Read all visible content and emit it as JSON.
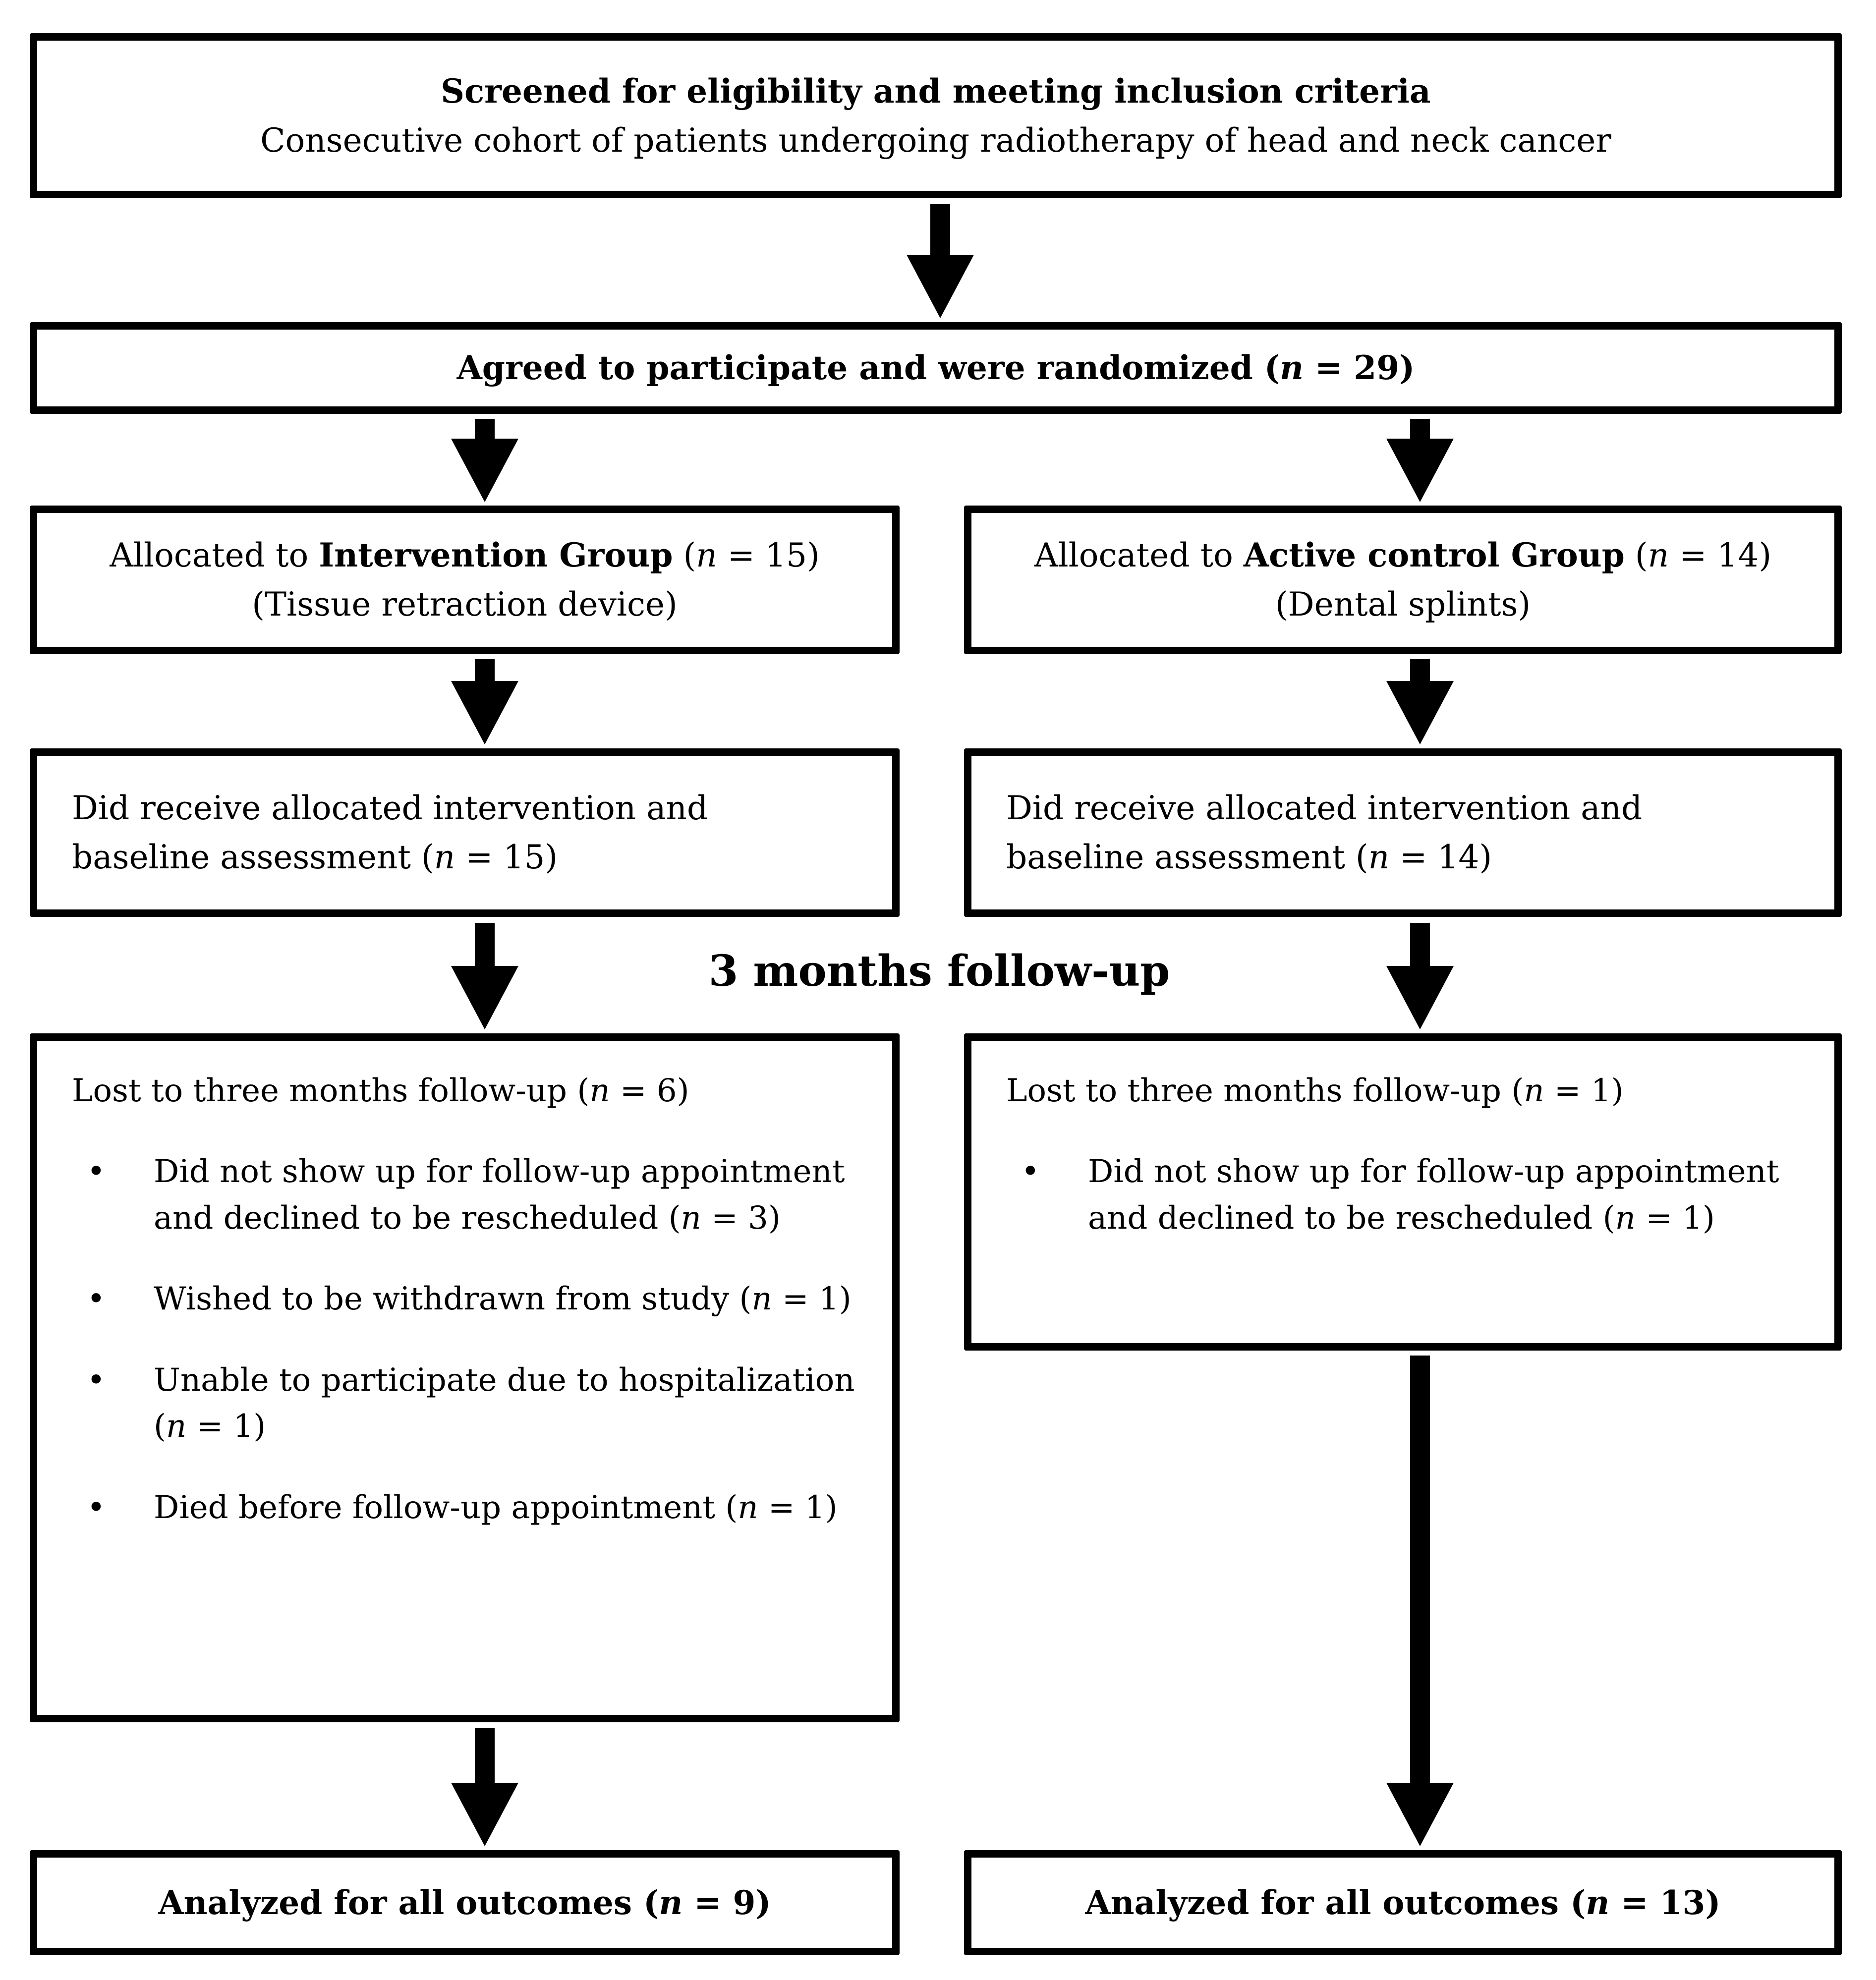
{
  "figure": {
    "bullet_char": "•",
    "screened": {
      "line1": "Screened for eligibility and meeting inclusion criteria",
      "line2": "Consecutive cohort of patients undergoing radiotherapy of head and neck cancer"
    },
    "randomized": {
      "pre": "Agreed to participate and were randomized (",
      "n": "n",
      "post": " = 29)"
    },
    "followup_label": "3 months follow-up",
    "left": {
      "allocated": {
        "pre": "Allocated to ",
        "group": "Intervention Group",
        "paren": " (",
        "n": "n",
        "post": " = 15)",
        "sub": "(Tissue retraction device)"
      },
      "received": {
        "pre": "Did receive allocated intervention and baseline assessment (",
        "n": "n",
        "post": " = 15)"
      },
      "lost": {
        "title": {
          "pre": "Lost to three months follow-up (",
          "n": "n",
          "post": " = 6)"
        },
        "bullets": [
          {
            "pre": "Did not show up for follow-up appointment and declined to be rescheduled (",
            "n": "n",
            "post": " = 3)"
          },
          {
            "pre": "Wished to be withdrawn from study (",
            "n": "n",
            "post": " = 1)"
          },
          {
            "pre": "Unable to participate due to hospitalization (",
            "n": "n",
            "post": " = 1)"
          },
          {
            "pre": "Died before follow-up appointment (",
            "n": "n",
            "post": " = 1)"
          }
        ]
      },
      "analyzed": {
        "pre": "Analyzed for all outcomes (",
        "n": "n",
        "post": " = 9)"
      }
    },
    "right": {
      "allocated": {
        "pre": "Allocated to ",
        "group": "Active control Group",
        "paren": " (",
        "n": "n",
        "post": " = 14)",
        "sub": "(Dental splints)"
      },
      "received": {
        "pre": "Did receive allocated intervention and baseline assessment (",
        "n": "n",
        "post": " = 14)"
      },
      "lost": {
        "title": {
          "pre": "Lost to three months follow-up (",
          "n": "n",
          "post": " = 1)"
        },
        "bullets": [
          {
            "pre": "Did not show up for follow-up appointment and declined to be rescheduled (",
            "n": "n",
            "post": " = 1)"
          }
        ]
      },
      "analyzed": {
        "pre": "Analyzed for all outcomes (",
        "n": "n",
        "post": " = 13)"
      }
    }
  }
}
